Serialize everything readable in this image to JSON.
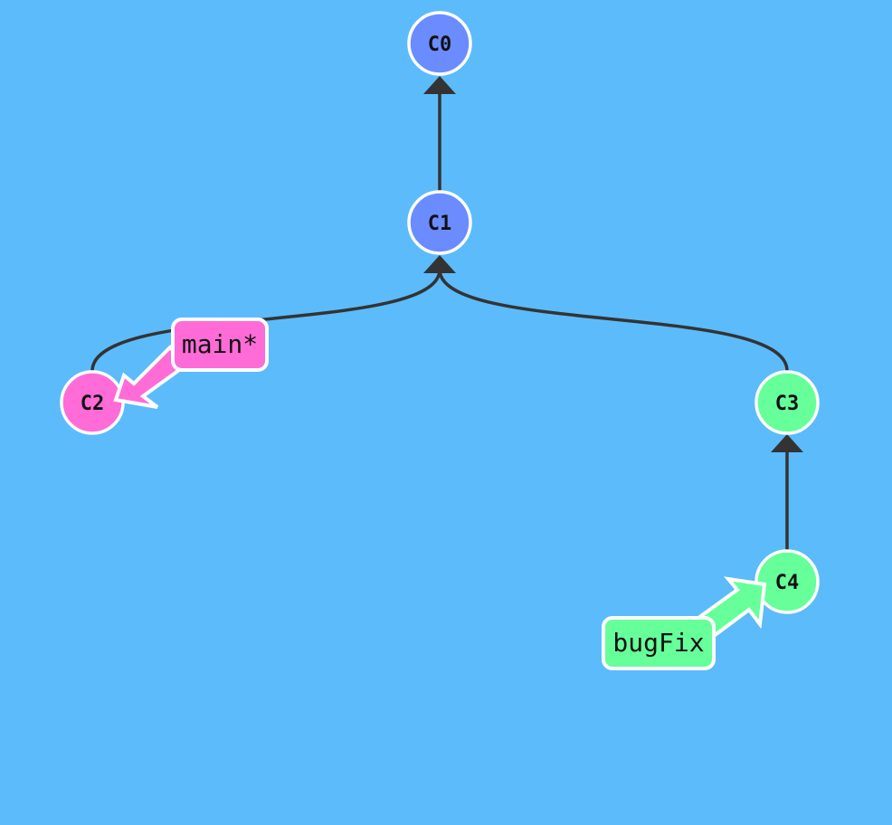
{
  "colors": {
    "background": "#5cbbfb",
    "commit_main": "#6b8cff",
    "commit_c2": "#ff6bd7",
    "commit_bugfix": "#66ff99",
    "edge": "#333333",
    "outline": "#ffffff"
  },
  "commits": [
    {
      "id": "C0",
      "label": "C0",
      "color": "#6b8cff"
    },
    {
      "id": "C1",
      "label": "C1",
      "color": "#6b8cff"
    },
    {
      "id": "C2",
      "label": "C2",
      "color": "#ff6bd7"
    },
    {
      "id": "C3",
      "label": "C3",
      "color": "#66ff99"
    },
    {
      "id": "C4",
      "label": "C4",
      "color": "#66ff99"
    }
  ],
  "edges": [
    {
      "from": "C1",
      "to": "C0"
    },
    {
      "from": "C2",
      "to": "C1"
    },
    {
      "from": "C3",
      "to": "C1"
    },
    {
      "from": "C4",
      "to": "C3"
    }
  ],
  "branches": [
    {
      "name": "main*",
      "target": "C2",
      "color": "#ff6bd7"
    },
    {
      "name": "bugFix",
      "target": "C4",
      "color": "#66ff99"
    }
  ]
}
